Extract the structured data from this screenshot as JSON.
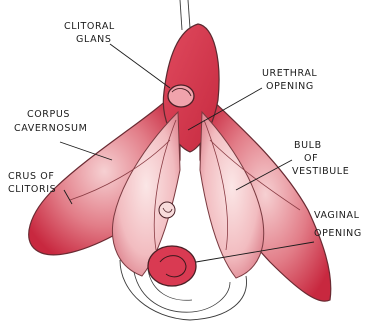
{
  "labels": {
    "clitoral_glans": [
      "CLITORAL",
      "GLANS"
    ],
    "urethral_opening": [
      "URETHRAL",
      "OPENING"
    ],
    "corpus_cavernosum": [
      "CORPUS",
      "CAVERNOSUM"
    ],
    "bulb_of_vestibule": [
      "BULB",
      "OF",
      "VESTIBULE"
    ],
    "crus_of_clitoris": [
      "CRUS OF",
      "CLITORIS"
    ],
    "vaginal_opening": [
      "VAGINAL",
      "OPENING"
    ]
  },
  "colors": {
    "tissue_dark": "#c8283f",
    "tissue_mid": "#de6b78",
    "tissue_light": "#f3c3c6",
    "outline": "#5a2a30",
    "ink": "#1c1c1c"
  }
}
